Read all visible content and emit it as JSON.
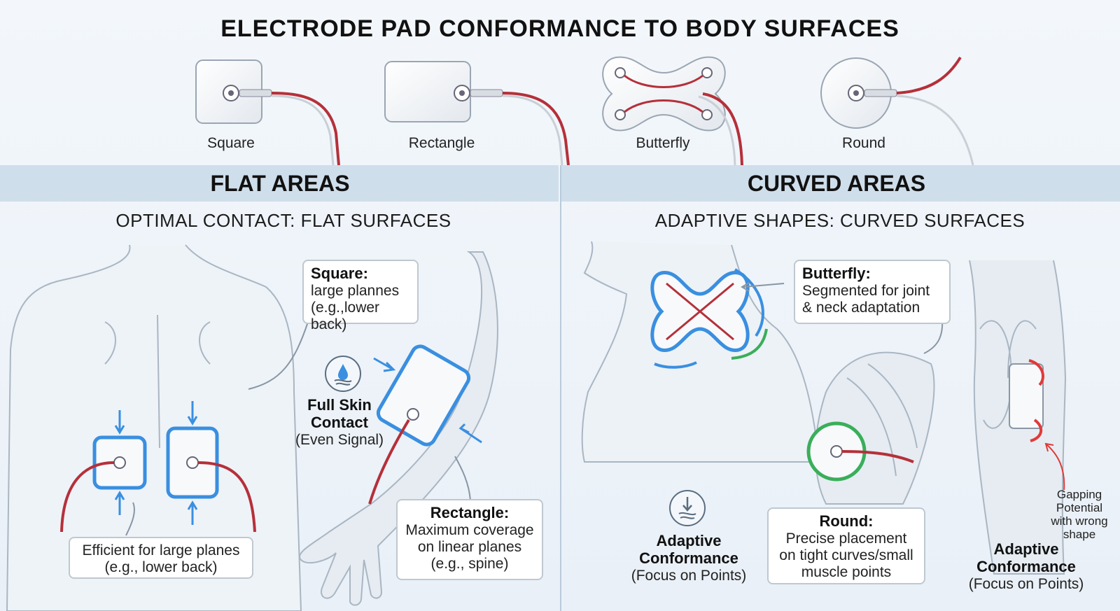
{
  "title": "ELECTRODE PAD CONFORMANCE TO BODY SURFACES",
  "pad_types": [
    "Square",
    "Rectangle",
    "Butterfly",
    "Round"
  ],
  "sections": {
    "flat": {
      "heading": "FLAT AREAS",
      "subheading": "OPTIMAL CONTACT: FLAT SURFACES"
    },
    "curved": {
      "heading": "CURVED AREAS",
      "subheading": "ADAPTIVE SHAPES: CURVED SURFACES"
    }
  },
  "callouts": {
    "square": {
      "title": "Square:",
      "line1": "large plannes",
      "line2": "(e.g.,lower back)"
    },
    "full_skin": {
      "title1": "Full Skin",
      "title2": "Contact",
      "sub": "(Even Signal)"
    },
    "efficient": {
      "line1": "Efficient for large planes",
      "line2": "(e.g., lower back)"
    },
    "rectangle": {
      "title": "Rectangle:",
      "line1": "Maximum coverage",
      "line2": "on linear planes",
      "line3": "(e.g., spine)"
    },
    "butterfly": {
      "title": "Butterfly:",
      "line1": "Segmented for joint",
      "line2": "& neck adaptation"
    },
    "adaptive1": {
      "title1": "Adaptive",
      "title2": "Conformance",
      "sub": "(Focus on Points)"
    },
    "round": {
      "title": "Round:",
      "line1": "Precise placement",
      "line2": "on tight curves/small",
      "line3": "muscle points"
    },
    "gapping": {
      "line1": "Gapping",
      "line2": "Potential",
      "line3": "with wrong",
      "line4": "shape"
    },
    "adaptive2": {
      "title1": "Adaptive",
      "title2": "Conformance",
      "sub": "(Focus on Points)"
    }
  },
  "icons": [
    "water-drop-icon",
    "down-arrow-waves-icon"
  ],
  "colors": {
    "highlight_blue": "#3a8fe0",
    "highlight_green": "#3aae5a",
    "warning_red": "#e03a3a",
    "lead_red": "#b5303a"
  }
}
